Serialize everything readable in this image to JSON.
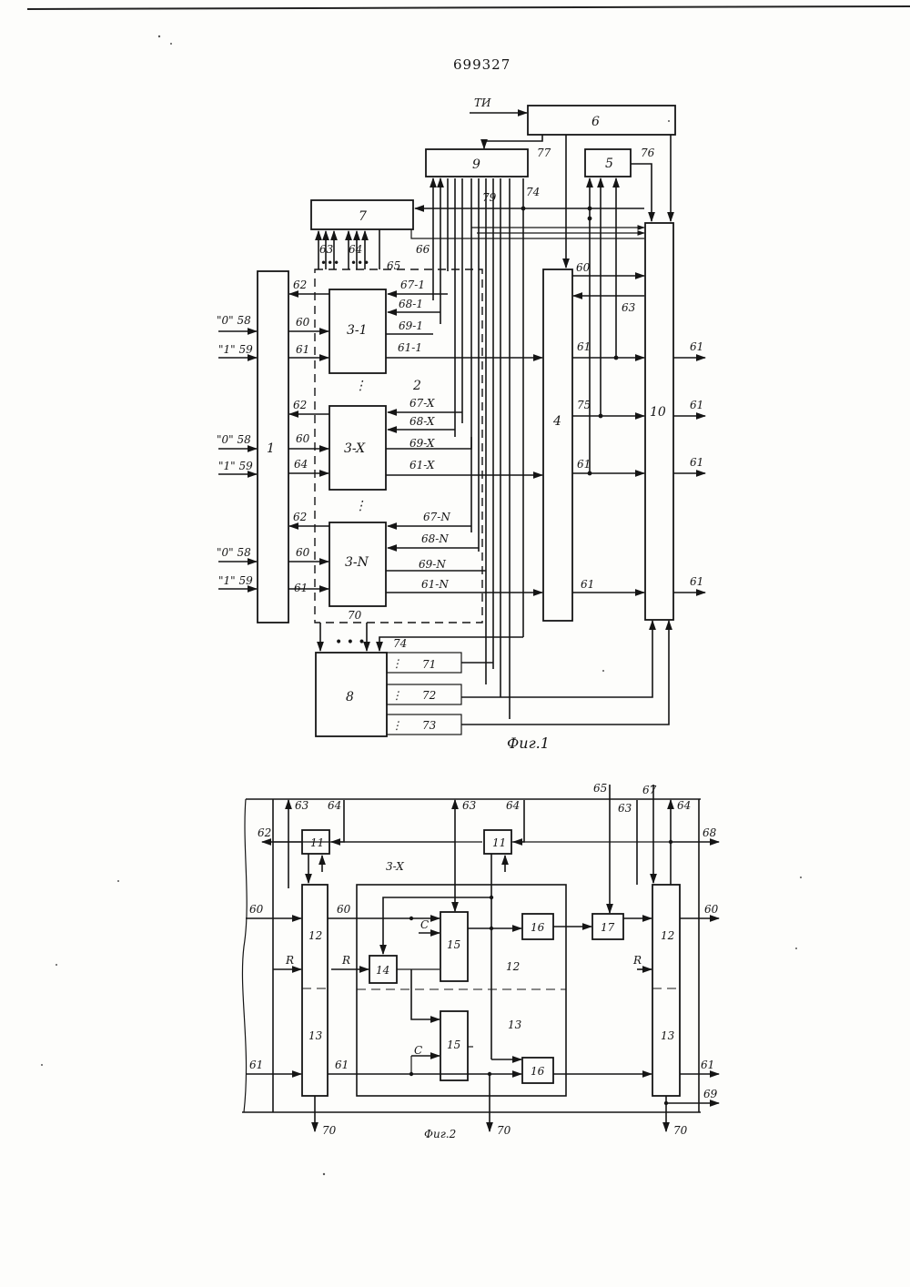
{
  "patent_number": "699327",
  "fig1": {
    "caption": "Фиг.1",
    "block_labels": [
      "1",
      "2",
      "3-1",
      "3-X",
      "3-N",
      "4",
      "5",
      "6",
      "7",
      "8",
      "9",
      "10"
    ],
    "input_labels": [
      "\"0\" 58",
      "\"1\" 59",
      "\"0\" 58",
      "\"1\" 59",
      "\"0\" 58",
      "\"1\" 59"
    ],
    "line_labels": {
      "ti": "ТИ",
      "l62": "62",
      "l60": "60",
      "l61": "61",
      "l64": "64",
      "l63": "63",
      "l65": "65",
      "l66": "66",
      "l67_1": "67-1",
      "l68_1": "68-1",
      "l69_1": "69-1",
      "l61_1": "61-1",
      "l67_x": "67-X",
      "l68_x": "68-X",
      "l69_x": "69-X",
      "l61_x": "61-X",
      "l67_n": "67-N",
      "l68_n": "68-N",
      "l69_n": "69-N",
      "l61_n": "61-N",
      "l70": "70",
      "l71": "71",
      "l72": "72",
      "l73": "73",
      "l74": "74",
      "l75": "75",
      "l76": "76",
      "l77": "77",
      "l79": "79"
    }
  },
  "fig2": {
    "caption": "Фиг.2",
    "title": "3-X",
    "block_labels": [
      "11",
      "11",
      "12",
      "13",
      "14",
      "15",
      "15",
      "16",
      "16",
      "17",
      "12",
      "13",
      "12",
      "13"
    ],
    "line_labels": {
      "l62": "62",
      "l60": "60",
      "l61": "61",
      "l63": "63",
      "l64": "64",
      "l65": "65",
      "l67": "67",
      "l68": "68",
      "l69": "69",
      "l70": "70",
      "r": "R",
      "c": "C"
    }
  }
}
